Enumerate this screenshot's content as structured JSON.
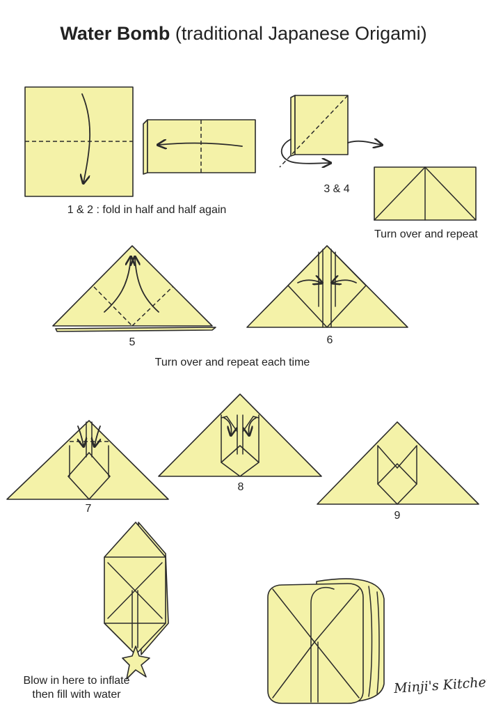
{
  "title": {
    "bold": "Water Bomb",
    "rest": "(traditional Japanese Origami)"
  },
  "captions": {
    "step_1_2": "1 & 2 : fold in half and half again",
    "step_3_4": "3 & 4",
    "turn_over_repeat": "Turn over and repeat",
    "step_5": "5",
    "step_6": "6",
    "turn_over_each_time": "Turn over and repeat each time",
    "step_7": "7",
    "step_8": "8",
    "step_9": "9",
    "blow_line1": "Blow in here to inflate",
    "blow_line2": "then fill with water"
  },
  "signature": "Minji's Kitchen",
  "colors": {
    "paper": "#f4f2a8",
    "line": "#2a2a2a"
  }
}
